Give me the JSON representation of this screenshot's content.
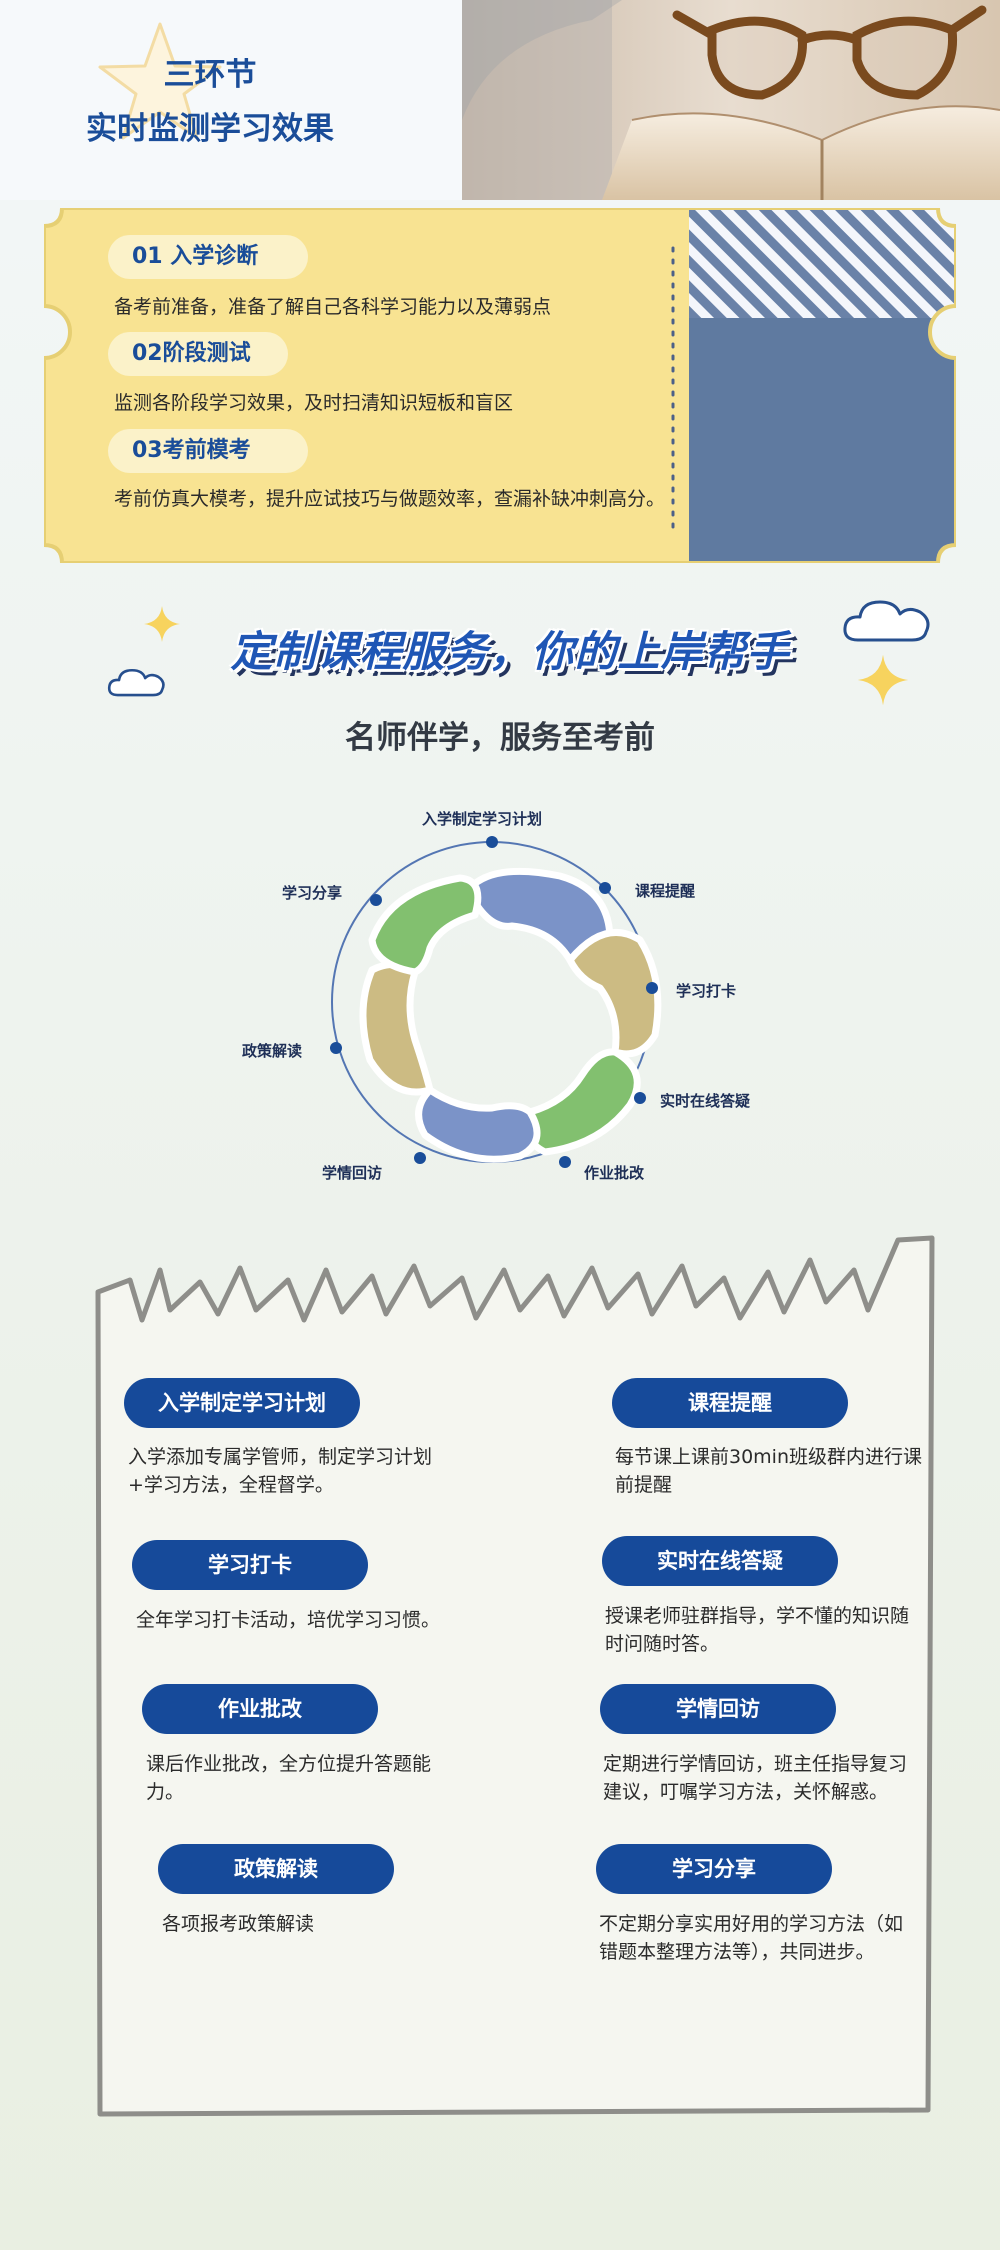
{
  "header": {
    "title_line1": "三环节",
    "title_line2": "实时监测学习效果"
  },
  "stages": [
    {
      "label": "01 入学诊断",
      "desc": "备考前准备，准备了解自己各科学习能力以及薄弱点"
    },
    {
      "label": "02阶段测试",
      "desc": "监测各阶段学习效果，及时扫清知识短板和盲区"
    },
    {
      "label": "03考前模考",
      "desc": "考前仿真大模考，提升应试技巧与做题效率，查漏补缺冲刺高分。"
    }
  ],
  "service_section": {
    "heading": "定制课程服务，你的上岸帮手",
    "subtitle": "名师伴学，服务至考前"
  },
  "cycle_labels": [
    "入学制定学习计划",
    "课程提醒",
    "学习打卡",
    "实时在线答疑",
    "作业批改",
    "学情回访",
    "政策解读",
    "学习分享"
  ],
  "services": [
    {
      "label": "入学制定学习计划",
      "desc": "入学添加专属学管师，制定学习计划+学习方法，全程督学。"
    },
    {
      "label": "课程提醒",
      "desc": "每节课上课前30min班级群内进行课前提醒"
    },
    {
      "label": "学习打卡",
      "desc": "全年学习打卡活动，培优学习习惯。"
    },
    {
      "label": "实时在线答疑",
      "desc": "授课老师驻群指导，学不懂的知识随时问随时答。"
    },
    {
      "label": "作业批改",
      "desc": "课后作业批改，全方位提升答题能力。"
    },
    {
      "label": "学情回访",
      "desc": "定期进行学情回访，班主任指导复习建议，叮嘱学习方法，关怀解惑。"
    },
    {
      "label": "政策解读",
      "desc": "各项报考政策解读"
    },
    {
      "label": "学习分享",
      "desc": "不定期分享实用好用的学习方法（如错题本整理方法等），共同进步。"
    }
  ],
  "colors": {
    "brand_blue": "#164a9a",
    "ticket_yellow": "#f8e392",
    "ticket_slate": "#5f7aa0",
    "cycle_blue": "#7b93c8",
    "cycle_green": "#82c06f",
    "cycle_tan": "#ccbb83"
  }
}
